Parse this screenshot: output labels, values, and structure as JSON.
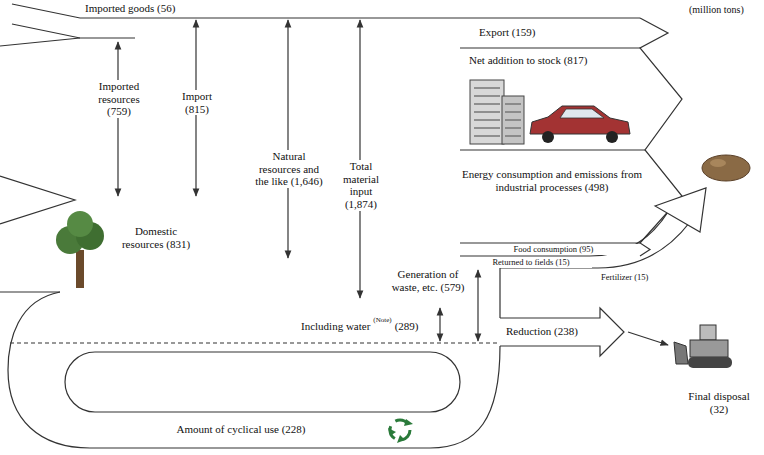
{
  "diagram": {
    "labels": [
      "Imported goods (56)",
      "(million tons)",
      "Export (159)",
      "Imported resources (759)",
      "Import (815)",
      "Net addition to stock (817)",
      "Natural resources and the like (1,646)",
      "Total material input (1,874)",
      "Energy consumption and emissions from industrial processes (498)",
      "Domestic resources (831)",
      "Fertilizer (15)",
      "Food consumption (95)",
      "Returned to fields (15)",
      "Generation of waste, etc. (579)",
      "Including water",
      "(Note)",
      "(289)",
      "Reduction (238)",
      "Final disposal (32)",
      "Amount of cyclical use (228)"
    ]
  }
}
